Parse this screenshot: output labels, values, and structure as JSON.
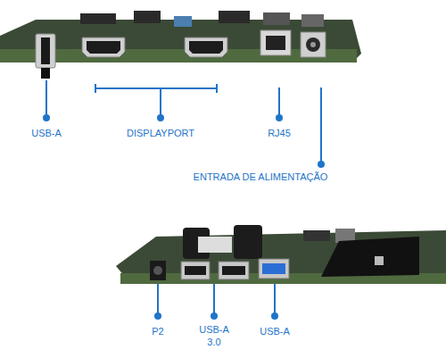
{
  "diagram": {
    "labels": [
      "USB-A",
      "DISPLAYPORT",
      "RJ45",
      "ENTRADA DE ALIMENTAÇÃO",
      "P2",
      "USB-A 3.0",
      "USB-A"
    ]
  }
}
